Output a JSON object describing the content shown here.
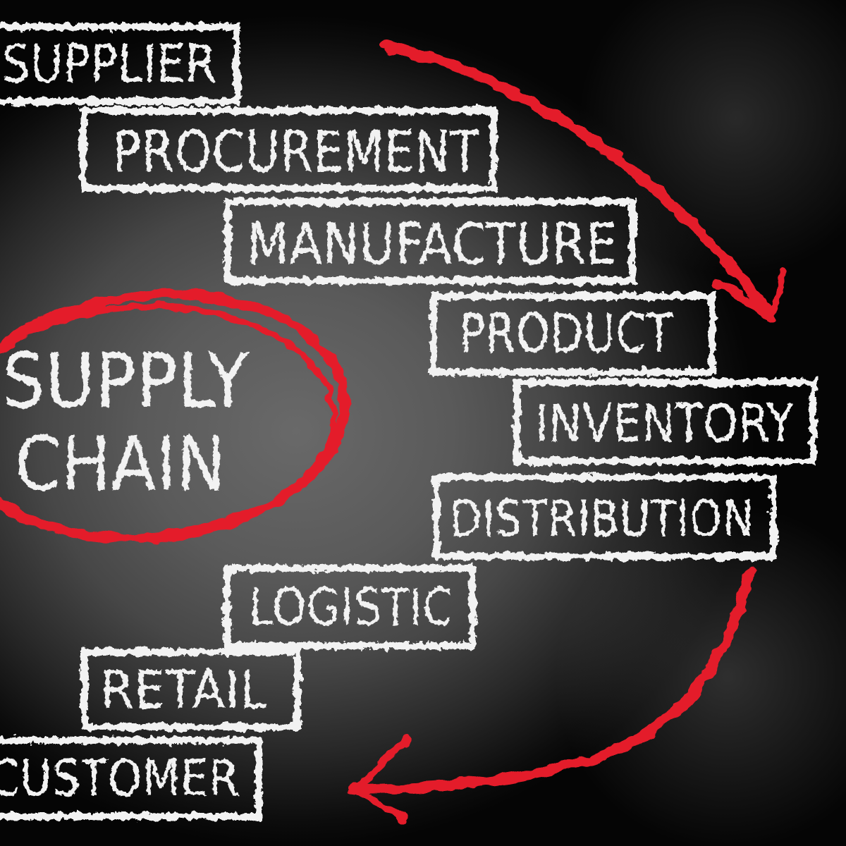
{
  "title": "Supply chain flow chart on chalkboard",
  "colors": {
    "chalk": "#f2f2f2",
    "red": "#e41e2b",
    "board_center": "#5a5a5a",
    "board_edge": "#050505"
  },
  "center": {
    "line1": "SUPPLY",
    "line2": "CHAIN"
  },
  "nodes": [
    {
      "id": "supplier",
      "label": "SUPPLIER"
    },
    {
      "id": "procurement",
      "label": "PROCUREMENT"
    },
    {
      "id": "manufacture",
      "label": "MANUFACTURE"
    },
    {
      "id": "product",
      "label": "PRODUCT"
    },
    {
      "id": "inventory",
      "label": "INVENTORY"
    },
    {
      "id": "distribution",
      "label": "DISTRIBUTION"
    },
    {
      "id": "logistic",
      "label": "LOGISTIC"
    },
    {
      "id": "retail",
      "label": "RETAIL"
    },
    {
      "id": "customer",
      "label": "CUSTOMER"
    }
  ]
}
